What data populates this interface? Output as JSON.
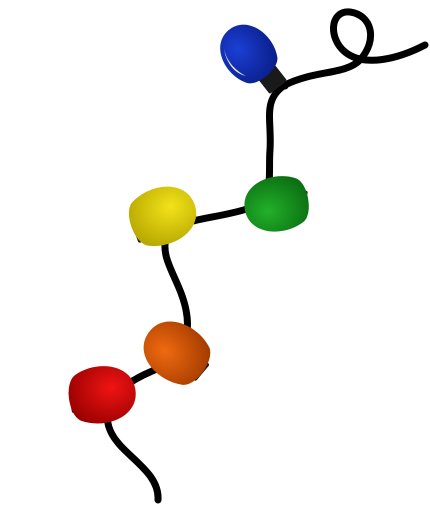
{
  "illustration": {
    "subject": "string-lights",
    "wire_color": "#000000",
    "socket_color": "#1a1a1a",
    "bulbs": [
      {
        "name": "blue-bulb",
        "color": "#1c3fd6",
        "dark": "#0a1f8a"
      },
      {
        "name": "green-bulb",
        "color": "#22b02a",
        "dark": "#0b6e12"
      },
      {
        "name": "yellow-bulb",
        "color": "#f2e21a",
        "dark": "#b8a800"
      },
      {
        "name": "red-bulb",
        "color": "#f01414",
        "dark": "#9a0000"
      },
      {
        "name": "orange-bulb",
        "color": "#f06a10",
        "dark": "#a53d00"
      }
    ]
  }
}
